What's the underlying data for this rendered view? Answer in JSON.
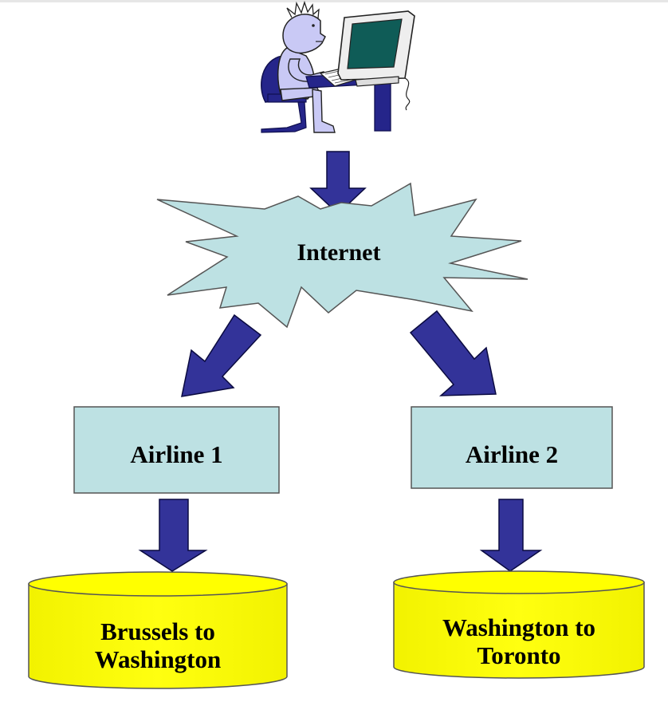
{
  "diagram": {
    "nodes": {
      "internet": {
        "label": "Internet",
        "shape": "starburst-cloud"
      },
      "airline_1": {
        "label": "Airline 1",
        "shape": "box"
      },
      "airline_2": {
        "label": "Airline 2",
        "shape": "box"
      },
      "database_1": {
        "line_1": "Brussels to",
        "line_2": "Washington",
        "shape": "cylinder"
      },
      "database_2": {
        "line_1": "Washington to",
        "line_2": "Toronto",
        "shape": "cylinder"
      }
    },
    "edges": [
      {
        "from": "user",
        "to": "internet"
      },
      {
        "from": "internet",
        "to": "airline_1"
      },
      {
        "from": "internet",
        "to": "airline_2"
      },
      {
        "from": "airline_1",
        "to": "database_1"
      },
      {
        "from": "airline_2",
        "to": "database_2"
      }
    ],
    "user_icon": "person-at-computer-icon"
  },
  "colors": {
    "arrow_fill": "#333399",
    "arrow_stroke": "#0a0a40",
    "cloud_fill": "#bde1e3",
    "box_fill": "#bde1e3",
    "cylinder_fill": "#ffff00",
    "outline": "#555555"
  }
}
